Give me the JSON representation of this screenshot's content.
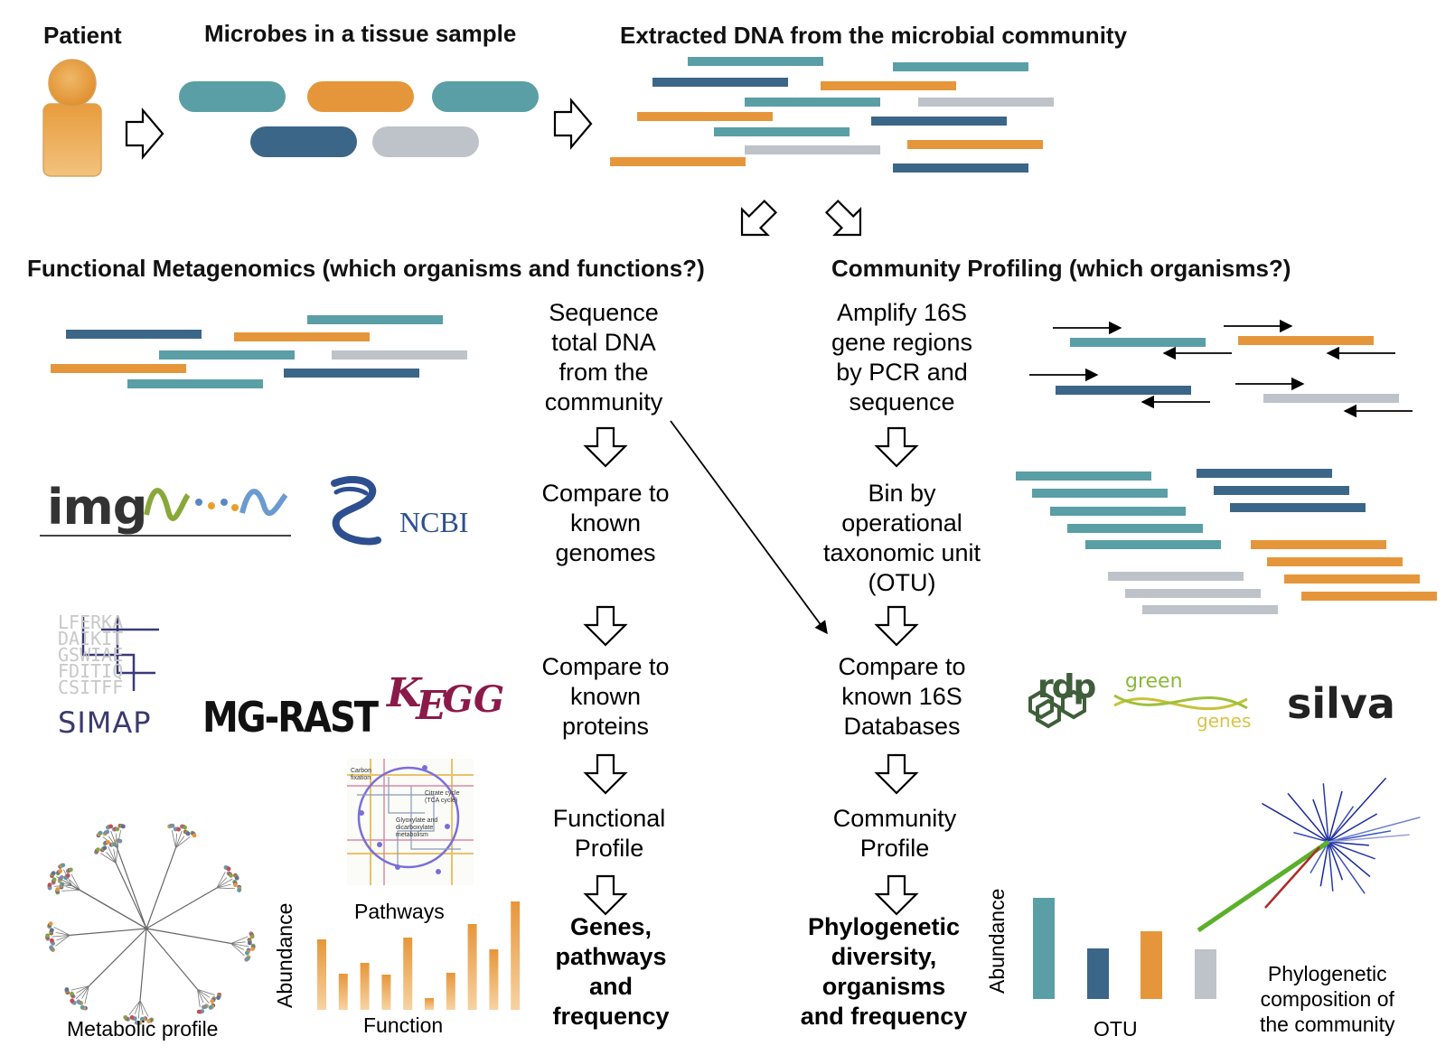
{
  "colors": {
    "teal": "#5a9ea6",
    "orange": "#e6963a",
    "navy": "#3b6688",
    "grey": "#bdc3c8",
    "patient": "#eaa84f"
  },
  "top": {
    "patient_label": "Patient",
    "microbes_label": "Microbes in a tissue sample",
    "dna_label": "Extracted DNA from the microbial community"
  },
  "left": {
    "title": "Functional Metagenomics (which organisms and functions?)",
    "steps": [
      "Sequence\ntotal DNA\nfrom the\ncommunity",
      "Compare to\nknown\ngenomes",
      "Compare to\nknown\nproteins",
      "Functional\nProfile"
    ],
    "result": "Genes,\npathways\nand\nfrequency",
    "logos": {
      "img": "img",
      "ncbi": "NCBI",
      "simap": "SIMAP",
      "simap_grid": "LFERKA\nDAIKIT\nGSWIAE\nFDITIQ\nCSITFF",
      "mgrast": "MG-RAST",
      "kegg_k": "K",
      "kegg_e": "E",
      "kegg_gg": "GG"
    },
    "pathways_label": "Pathways",
    "pathways_text": [
      "Carbon fixation",
      "Citrate cycle (TCA cycle)",
      "Glyoxylate and dicarboxylate metabolism"
    ],
    "metabolic_label": "Metabolic profile",
    "chart_ylabel": "Abundance",
    "chart_xlabel": "Function"
  },
  "right": {
    "title": "Community Profiling (which organisms?)",
    "steps": [
      "Amplify 16S\ngene regions\nby PCR and\nsequence",
      "Bin by\noperational\ntaxonomic unit\n(OTU)",
      "Compare to\nknown 16S\nDatabases",
      "Community\nProfile"
    ],
    "result": "Phylogenetic\ndiversity,\norganisms\nand frequency",
    "logos": {
      "rdp": "rdp",
      "green": "green",
      "genes": "genes",
      "silva": "silva"
    },
    "chart_ylabel": "Abundance",
    "chart_xlabel": "OTU",
    "phylo_label": "Phylogenetic\ncomposition of\nthe community"
  },
  "chart_data": [
    {
      "type": "bar",
      "title": "",
      "xlabel": "Function",
      "ylabel": "Abundance",
      "values": [
        78,
        40,
        52,
        39,
        80,
        13,
        41,
        95,
        67,
        120
      ],
      "ylim": [
        0,
        125
      ],
      "color": "#e6963a"
    },
    {
      "type": "bar",
      "title": "",
      "xlabel": "OTU",
      "ylabel": "Abundance",
      "values": [
        112,
        56,
        75,
        55
      ],
      "ylim": [
        0,
        120
      ],
      "colors": [
        "#5a9ea6",
        "#3b6688",
        "#e6963a",
        "#bdc3c8"
      ]
    }
  ]
}
